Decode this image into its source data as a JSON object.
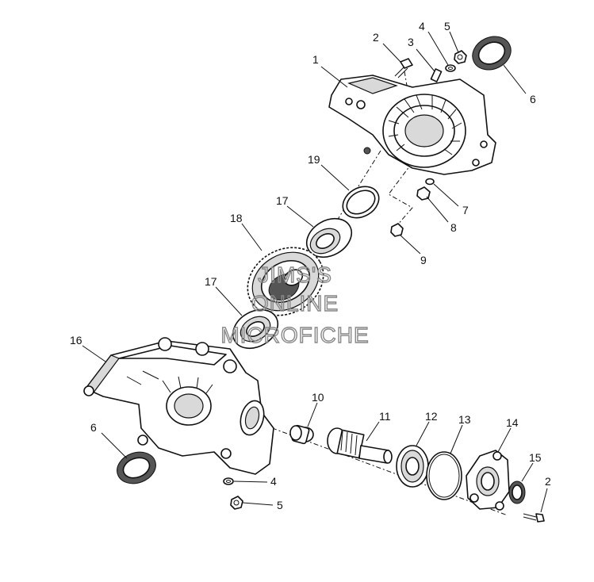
{
  "watermark": {
    "line1": "JIMS'S",
    "line2": "ONLINE",
    "line3": "MICROFICHE"
  },
  "callouts": [
    {
      "id": "1",
      "label": "1"
    },
    {
      "id": "2",
      "label": "2"
    },
    {
      "id": "3",
      "label": "3"
    },
    {
      "id": "4",
      "label": "4"
    },
    {
      "id": "5",
      "label": "5"
    },
    {
      "id": "6",
      "label": "6"
    },
    {
      "id": "7",
      "label": "7"
    },
    {
      "id": "8",
      "label": "8"
    },
    {
      "id": "9",
      "label": "9"
    },
    {
      "id": "19",
      "label": "19"
    },
    {
      "id": "17",
      "label": "17"
    },
    {
      "id": "18",
      "label": "18"
    },
    {
      "id": "17b",
      "label": "17"
    },
    {
      "id": "16",
      "label": "16"
    },
    {
      "id": "6b",
      "label": "6"
    },
    {
      "id": "10",
      "label": "10"
    },
    {
      "id": "11",
      "label": "11"
    },
    {
      "id": "12",
      "label": "12"
    },
    {
      "id": "13",
      "label": "13"
    },
    {
      "id": "14",
      "label": "14"
    },
    {
      "id": "15",
      "label": "15"
    },
    {
      "id": "2b",
      "label": "2"
    },
    {
      "id": "4b",
      "label": "4"
    },
    {
      "id": "5b",
      "label": "5"
    }
  ]
}
